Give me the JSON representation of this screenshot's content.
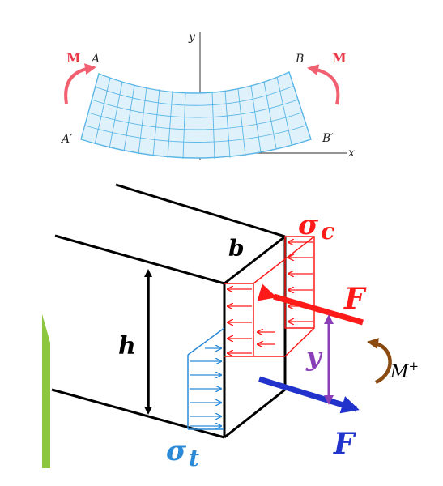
{
  "top_figure": {
    "axis_y": "y",
    "axis_x": "x",
    "moment_left": "M",
    "moment_right": "M",
    "point_a": "A",
    "point_b": "B",
    "point_a_prime": "A′",
    "point_b_prime": "B′"
  },
  "bottom_figure": {
    "height_label": "h",
    "width_label": "b",
    "sigma_c_symbol": "σ",
    "sigma_c_sub": "c",
    "sigma_t_symbol": "σ",
    "sigma_t_sub": "t",
    "force_top": "F",
    "force_bottom": "F",
    "y_label": "y",
    "moment_label": "M",
    "moment_sup": "+"
  },
  "colors": {
    "compression": "#ff1a1a",
    "tension": "#2a8ad8",
    "force_top": "#ff1a1a",
    "force_bottom": "#2233cc",
    "y_dim": "#8a3fb8",
    "moment": "#8a4a10",
    "beam_mesh": "#5ab6e6",
    "side_bar": "#8dc63f"
  }
}
